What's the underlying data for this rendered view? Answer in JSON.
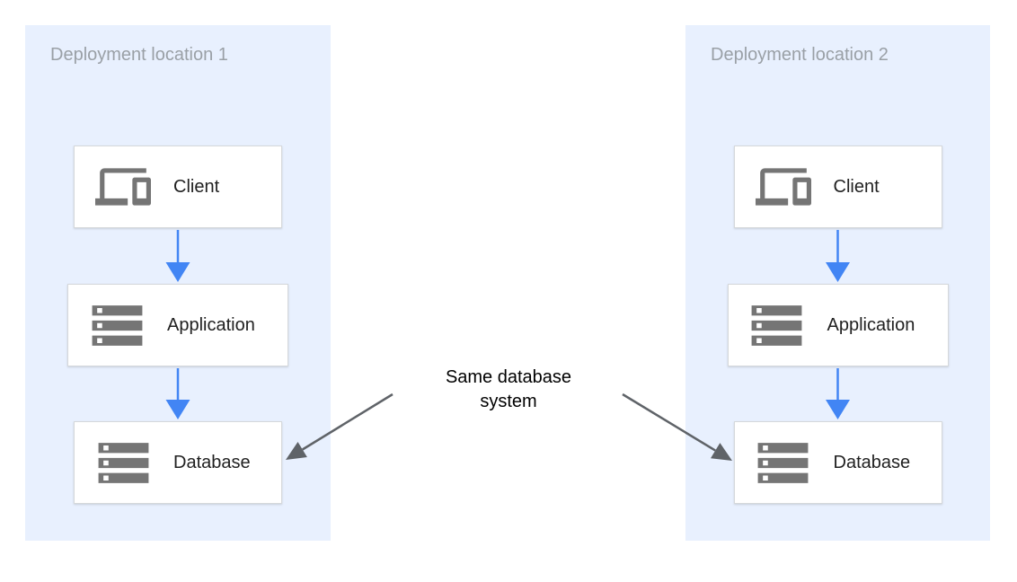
{
  "panels": [
    {
      "title": "Deployment location 1",
      "nodes": [
        {
          "label": "Client",
          "icon": "devices-icon"
        },
        {
          "label": "Application",
          "icon": "server-stack-icon"
        },
        {
          "label": "Database",
          "icon": "server-stack-icon"
        }
      ]
    },
    {
      "title": "Deployment location 2",
      "nodes": [
        {
          "label": "Client",
          "icon": "devices-icon"
        },
        {
          "label": "Application",
          "icon": "server-stack-icon"
        },
        {
          "label": "Database",
          "icon": "server-stack-icon"
        }
      ]
    }
  ],
  "annotation": {
    "line1": "Same database",
    "line2": "system"
  },
  "colors": {
    "page_bg": "#ffffff",
    "panel_bg": "#e8f0fe",
    "title_color": "#9aa0a6",
    "box_bg": "#ffffff",
    "box_border": "#d5d8db",
    "icon_color": "#757575",
    "label_color": "#212121",
    "annotation_color": "#000000",
    "blue_arrow": "#4285f4",
    "gray_arrow": "#5f6368"
  }
}
